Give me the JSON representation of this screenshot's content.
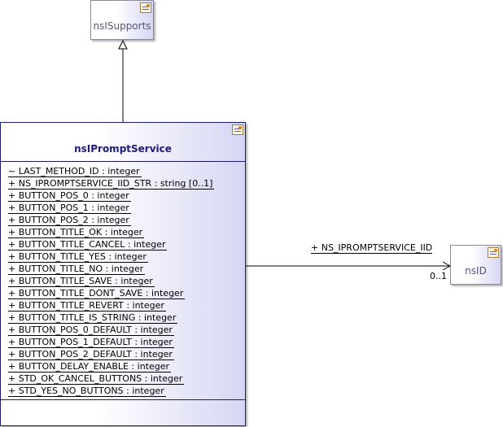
{
  "classes": {
    "supports": {
      "name": "nsISupports"
    },
    "prompt_service": {
      "name": "nsIPromptService",
      "attributes": [
        "~ LAST_METHOD_ID : integer",
        "+ NS_IPROMPTSERVICE_IID_STR : string [0..1]",
        "+ BUTTON_POS_0 : integer",
        "+ BUTTON_POS_1 : integer",
        "+ BUTTON_POS_2 : integer",
        "+ BUTTON_TITLE_OK : integer",
        "+ BUTTON_TITLE_CANCEL : integer",
        "+ BUTTON_TITLE_YES : integer",
        "+ BUTTON_TITLE_NO : integer",
        "+ BUTTON_TITLE_SAVE : integer",
        "+ BUTTON_TITLE_DONT_SAVE : integer",
        "+ BUTTON_TITLE_REVERT : integer",
        "+ BUTTON_TITLE_IS_STRING : integer",
        "+ BUTTON_POS_0_DEFAULT : integer",
        "+ BUTTON_POS_1_DEFAULT : integer",
        "+ BUTTON_POS_2_DEFAULT : integer",
        "+ BUTTON_DELAY_ENABLE : integer",
        "+ STD_OK_CANCEL_BUTTONS : integer",
        "+ STD_YES_NO_BUTTONS : integer"
      ]
    },
    "nsid": {
      "name": "nsID"
    }
  },
  "relations": {
    "generalization": {
      "from": "nsIPromptService",
      "to": "nsISupports"
    },
    "association": {
      "from": "nsIPromptService",
      "to": "nsID",
      "role": "+ NS_IPROMPTSERVICE_IID",
      "multiplicity": "0..1"
    }
  },
  "icons": {
    "class_icon": "uml-class-icon"
  },
  "colors": {
    "main_border": "#1a1a80",
    "side_border": "#8a8a9a",
    "gradient_end": "#d6d6f4"
  }
}
